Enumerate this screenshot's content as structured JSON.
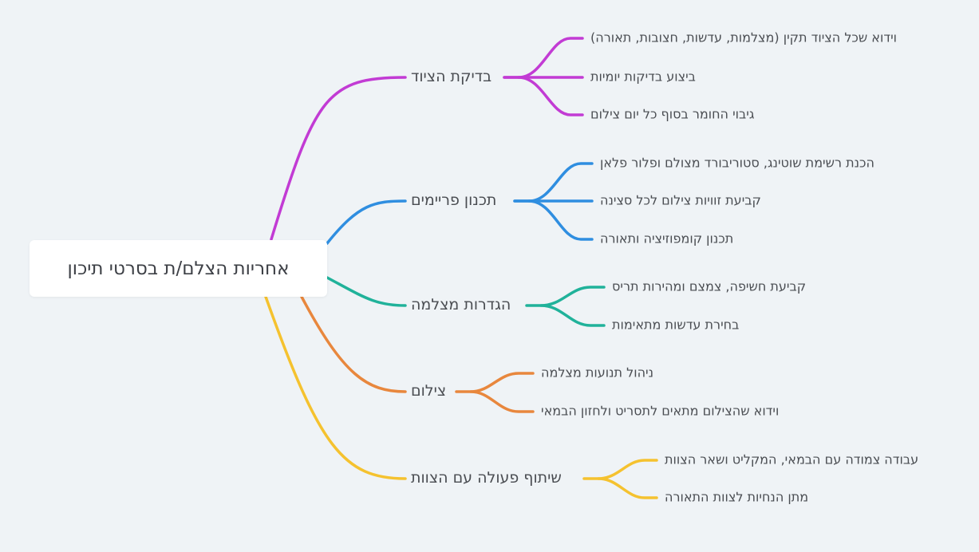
{
  "root": {
    "label": "אחריות הצלם/ת בסרטי תיכון"
  },
  "branches": [
    {
      "label": "בדיקת הציוד",
      "color": "#c23bd4",
      "children": [
        "וידוא שכל הציוד תקין (מצלמות, עדשות, חצובות, תאורה)",
        "ביצוע בדיקות יומיות",
        "גיבוי החומר בסוף כל יום צילום"
      ]
    },
    {
      "label": "תכנון פריימים",
      "color": "#2f8ee0",
      "children": [
        "הכנת רשימת שוטינג, סטוריבורד מצולם ופלור פלאן",
        "קביעת זוויות צילום לכל סצינה",
        "תכנון קומפוזיציה ותאורה"
      ]
    },
    {
      "label": "הגדרות מצלמה",
      "color": "#20b29a",
      "children": [
        "קביעת חשיפה, צמצם ומהירות תריס",
        "בחירת עדשות מתאימות"
      ]
    },
    {
      "label": "צילום",
      "color": "#e8873d",
      "children": [
        "ניהול תנועות מצלמה",
        "וידוא שהצילום מתאים לתסריט ולחזון הבמאי"
      ]
    },
    {
      "label": "שיתוף פעולה עם הצוות",
      "color": "#f5c22f",
      "children": [
        "עבודה צמודה עם הבמאי, המקליט ושאר הצוות",
        "מתן הנחיות לצוות התאורה"
      ]
    }
  ]
}
